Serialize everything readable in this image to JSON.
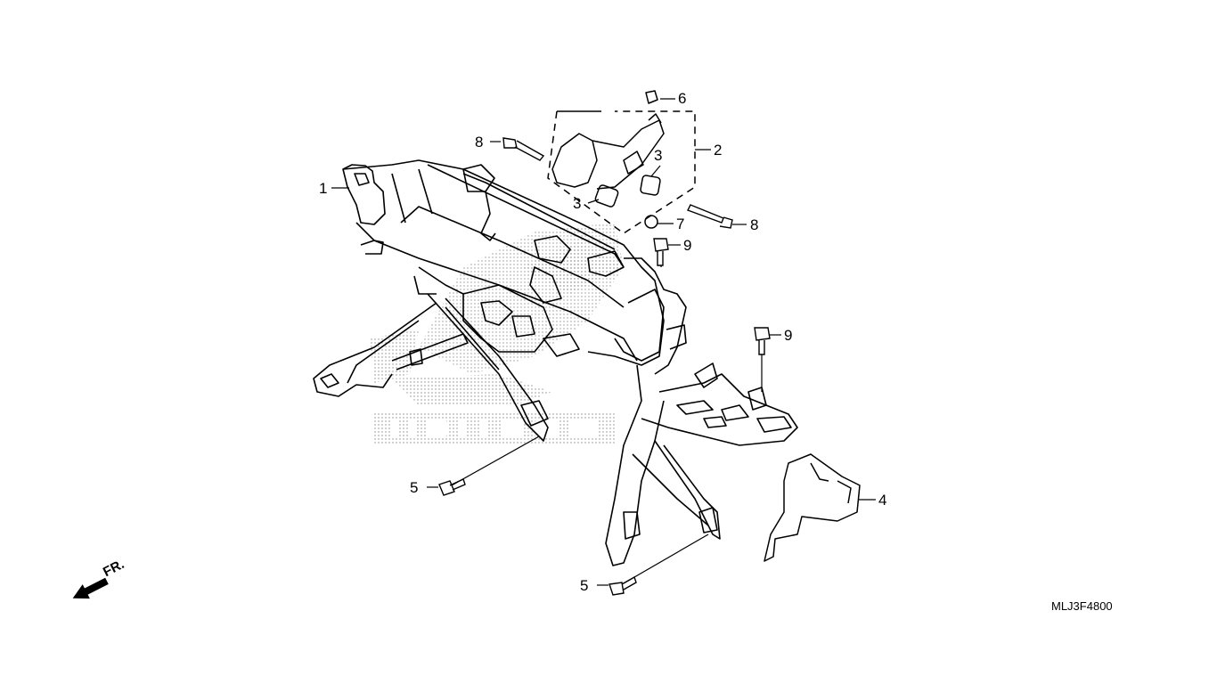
{
  "diagram": {
    "part_code": "MLJ3F4800",
    "front_indicator": "FR.",
    "callouts": [
      {
        "id": "c1",
        "label": "1"
      },
      {
        "id": "c2",
        "label": "2"
      },
      {
        "id": "c3a",
        "label": "3"
      },
      {
        "id": "c3b",
        "label": "3"
      },
      {
        "id": "c4",
        "label": "4"
      },
      {
        "id": "c5a",
        "label": "5"
      },
      {
        "id": "c5b",
        "label": "5"
      },
      {
        "id": "c6",
        "label": "6"
      },
      {
        "id": "c7",
        "label": "7"
      },
      {
        "id": "c8a",
        "label": "8"
      },
      {
        "id": "c8b",
        "label": "8"
      },
      {
        "id": "c9a",
        "label": "9"
      },
      {
        "id": "c9b",
        "label": "9"
      }
    ]
  }
}
